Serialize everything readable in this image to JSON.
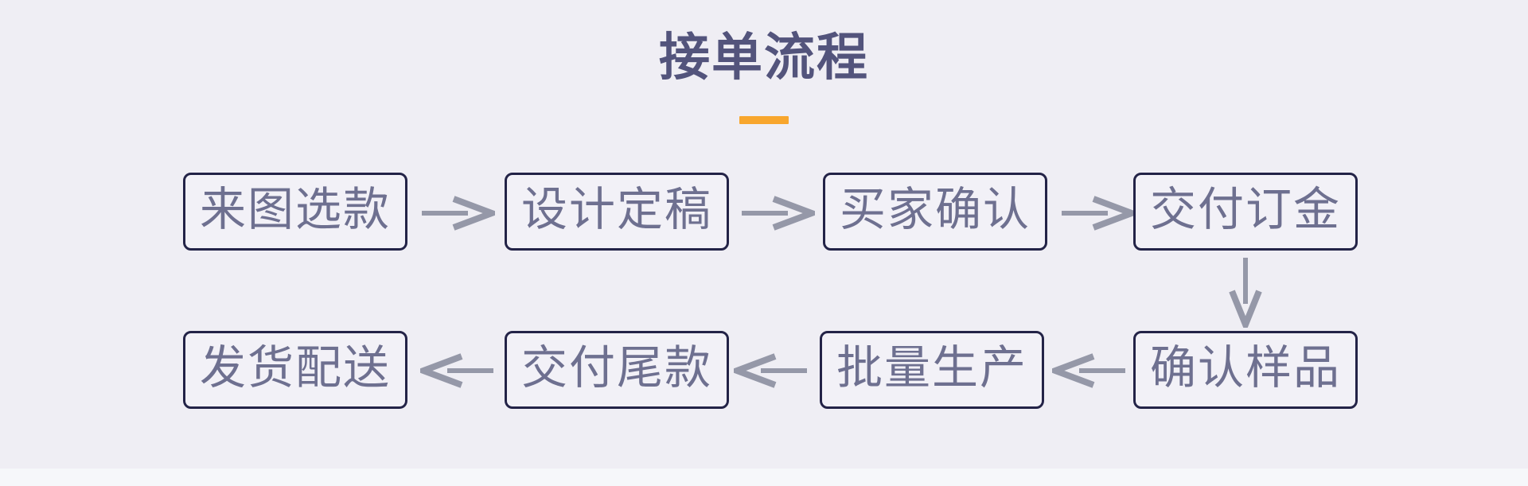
{
  "page": {
    "title": "接单流程"
  },
  "steps": [
    {
      "label": "来图选款"
    },
    {
      "label": "设计定稿"
    },
    {
      "label": "买家确认"
    },
    {
      "label": "交付订金"
    },
    {
      "label": "确认样品"
    },
    {
      "label": "批量生产"
    },
    {
      "label": "交付尾款"
    },
    {
      "label": "发货配送"
    }
  ],
  "flow": {
    "row1_direction": "left-to-right",
    "row2_direction": "right-to-left",
    "connector_between_rows": "down-arrow after 交付订金 into 确认样品"
  },
  "colors": {
    "background": "#EFEEF4",
    "footer_strip": "#F6F7FA",
    "title_text": "#53547C",
    "accent_underline": "#F8A62D",
    "box_border": "#232347",
    "box_background": "#F2F1F7",
    "step_text": "#6E7090",
    "arrow": "#9598A8"
  }
}
